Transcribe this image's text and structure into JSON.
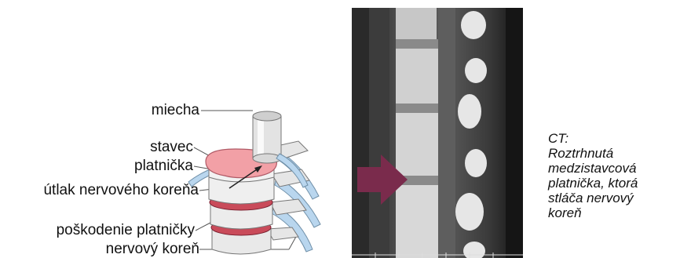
{
  "labels": {
    "spinal_cord": "miecha",
    "vertebra": "stavec",
    "disc": "platnička",
    "nerve_compression": "útlak nervového koreňa",
    "disc_damage": "poškodenie platničky",
    "nerve_root": "nervový koreň"
  },
  "caption": {
    "lines": [
      "CT:",
      "Roztrhnutá",
      "medzistavcová",
      "platnička, ktorá",
      "stláča nervový",
      "koreň"
    ]
  },
  "colors": {
    "disc": "#f2a0a6",
    "nerve": "#b9d6ee",
    "arrow": "#7a2b4c",
    "bone": "#e8e8e8"
  }
}
